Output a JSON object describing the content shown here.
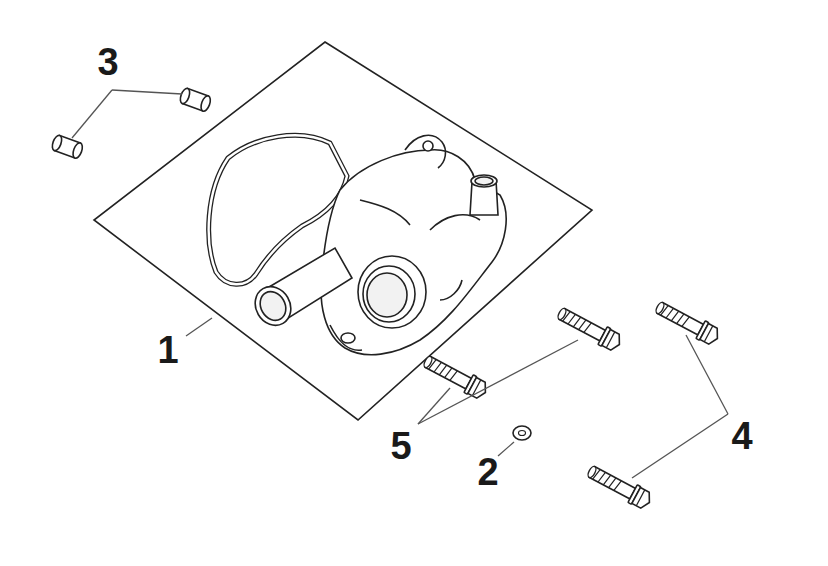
{
  "diagram": {
    "labels": [
      "3",
      "1",
      "5",
      "2",
      "4"
    ]
  }
}
